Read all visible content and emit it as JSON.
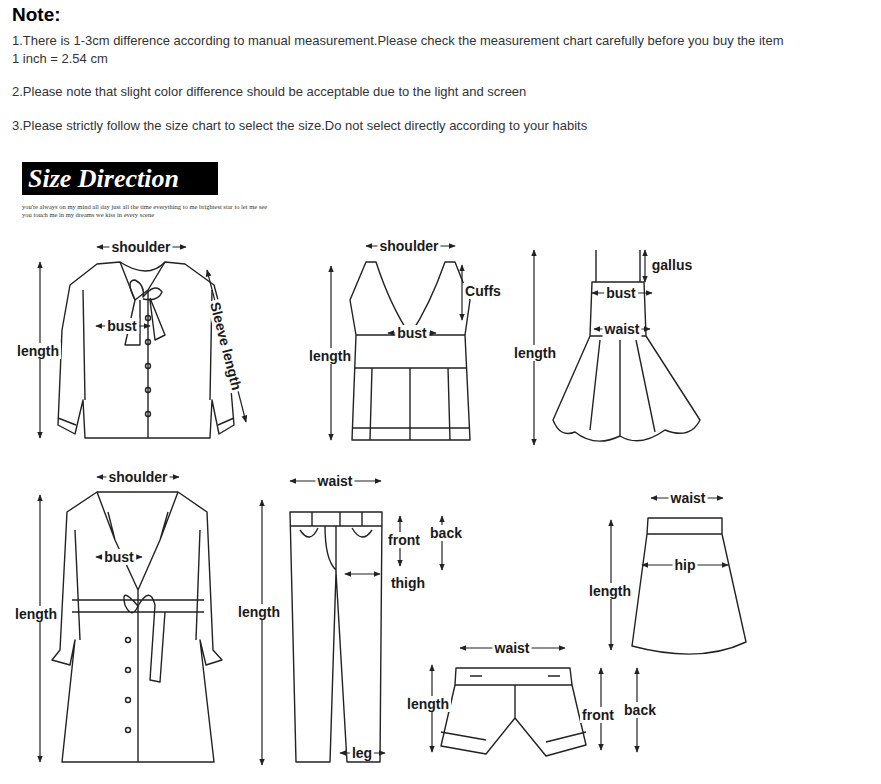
{
  "diagram": {
    "title": "Note:",
    "nodes": [
      {
        "text": [
          "Size Direction"
        ]
      }
    ],
    "labels": [
      "1.There is 1-3cm difference according to manual measurement.Please check the measurement chart carefully before you buy the item",
      "1 inch = 2.54 cm",
      "2.Please note that slight color difference should be acceptable due to the light and screen",
      "3.Please strictly follow the size chart to select the size.Do not select directly according to your habits",
      "you're always on my mind all day just all the time everything to me brightest star to let me see you touch me in my dreams we kiss in every scene",
      "shoulder",
      "bust",
      "Sleeve length",
      "length",
      "shoulder",
      "Cuffs",
      "bust",
      "length",
      "gallus",
      "bust",
      "waist",
      "length",
      "shoulder",
      "bust",
      "length",
      "waist",
      "front",
      "back",
      "thigh",
      "length",
      "leg",
      "waist",
      "hip",
      "length",
      "waist",
      "length",
      "front",
      "back"
    ]
  }
}
